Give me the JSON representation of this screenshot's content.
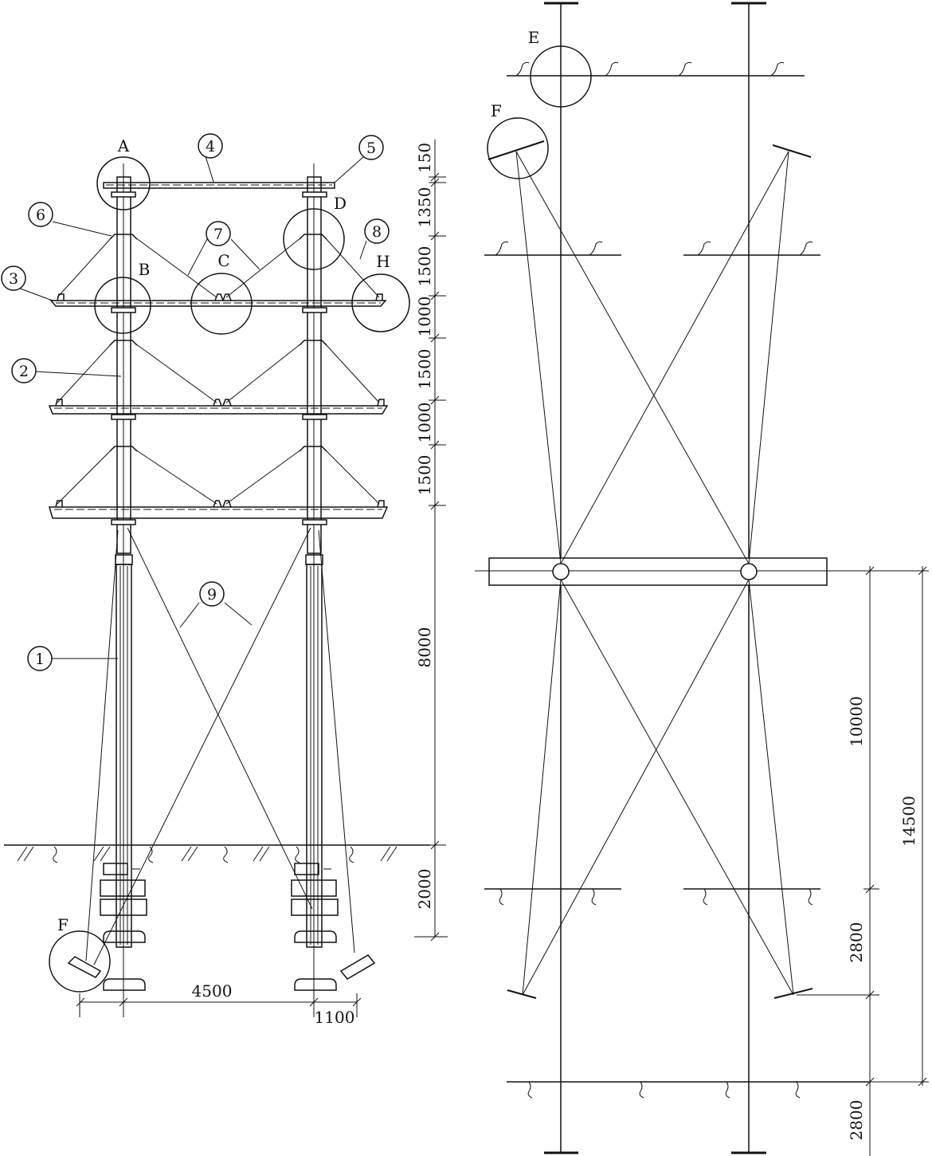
{
  "drawing": {
    "callouts": {
      "n1": "1",
      "n2": "2",
      "n3": "3",
      "n4": "4",
      "n5": "5",
      "n6": "6",
      "n7": "7",
      "n8": "8",
      "n9": "9"
    },
    "detail_labels": {
      "A": "A",
      "B": "B",
      "C": "C",
      "D": "D",
      "H": "H",
      "F_left": "F",
      "E": "E",
      "F_plan": "F"
    },
    "left_dimensions": {
      "d150": "150",
      "d1350": "1350",
      "d1500a": "1500",
      "d1000a": "1000",
      "d1500b": "1500",
      "d1000b": "1000",
      "d1500c": "1500",
      "d8000": "8000",
      "d2000": "2000",
      "d4500": "4500",
      "d1100": "1100"
    },
    "right_dimensions": {
      "d10000": "10000",
      "d14500": "14500",
      "d2800a": "2800",
      "d2800b": "2800"
    }
  }
}
